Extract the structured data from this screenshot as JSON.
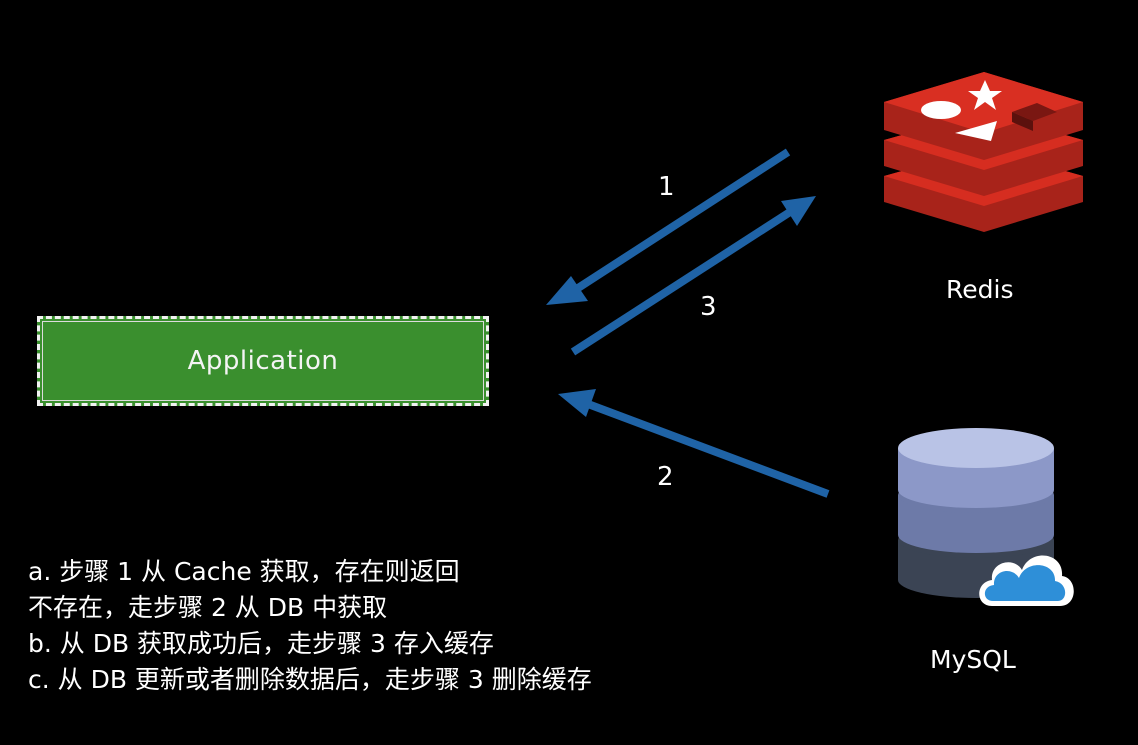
{
  "application": {
    "label": "Application"
  },
  "nodes": {
    "redis": {
      "label": "Redis",
      "icon": "redis-icon"
    },
    "mysql": {
      "label": "MySQL",
      "icon": "mysql-database-icon"
    }
  },
  "steps": {
    "step1": "1",
    "step2": "2",
    "step3": "3"
  },
  "notes": [
    "a. 步骤 1 从 Cache 获取，存在则返回",
    "不存在，走步骤 2 从 DB 中获取",
    "b. 从 DB 获取成功后，走步骤 3 存入缓存",
    "c. 从 DB 更新或者删除数据后，走步骤 3 删除缓存"
  ],
  "colors": {
    "background": "#000000",
    "application_fill": "#3a8f2e",
    "arrow": "#1f63a6",
    "redis_red": "#d62d20",
    "db_top": "#b9c3e6",
    "db_mid": "#6d7aa8",
    "db_bottom": "#3b4454",
    "cloud": "#2e8fd8"
  }
}
